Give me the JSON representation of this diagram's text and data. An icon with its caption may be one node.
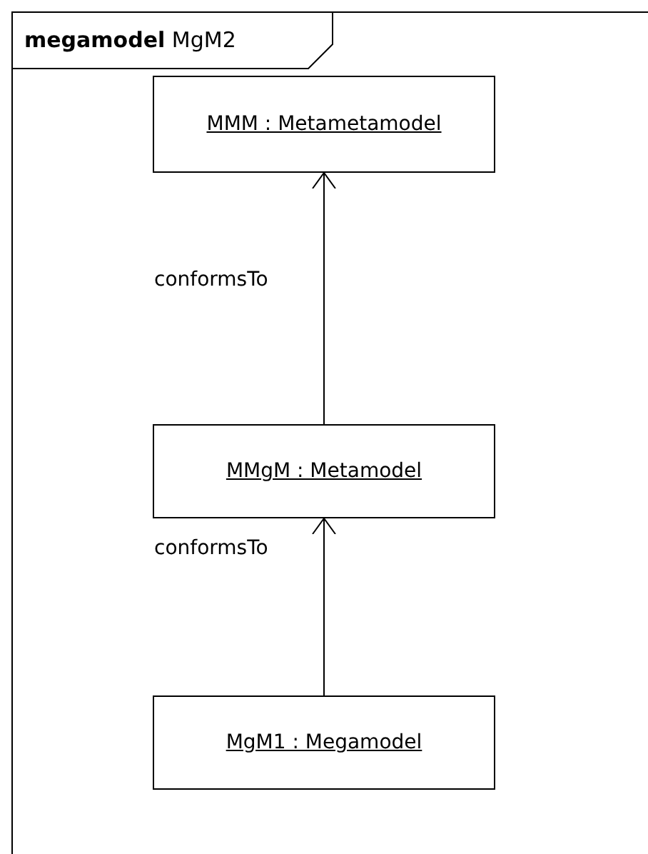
{
  "diagram": {
    "nodes": [
      {
        "text": [
          "**megamodel** MgM2"
        ]
      },
      {
        "text": [
          "MMM : Metametamodel"
        ],
        "in": 0
      },
      {
        "text": [
          "MMgM : Metamodel"
        ],
        "in": 0
      },
      {
        "text": [
          "MgM1 : Megamodel"
        ],
        "in": 0
      }
    ],
    "edges": [
      {
        "from": 2,
        "to": 1,
        "arrow": "to",
        "label": "conformsTo"
      },
      {
        "from": 3,
        "to": 2,
        "arrow": "to",
        "label": "conformsTo"
      }
    ]
  }
}
